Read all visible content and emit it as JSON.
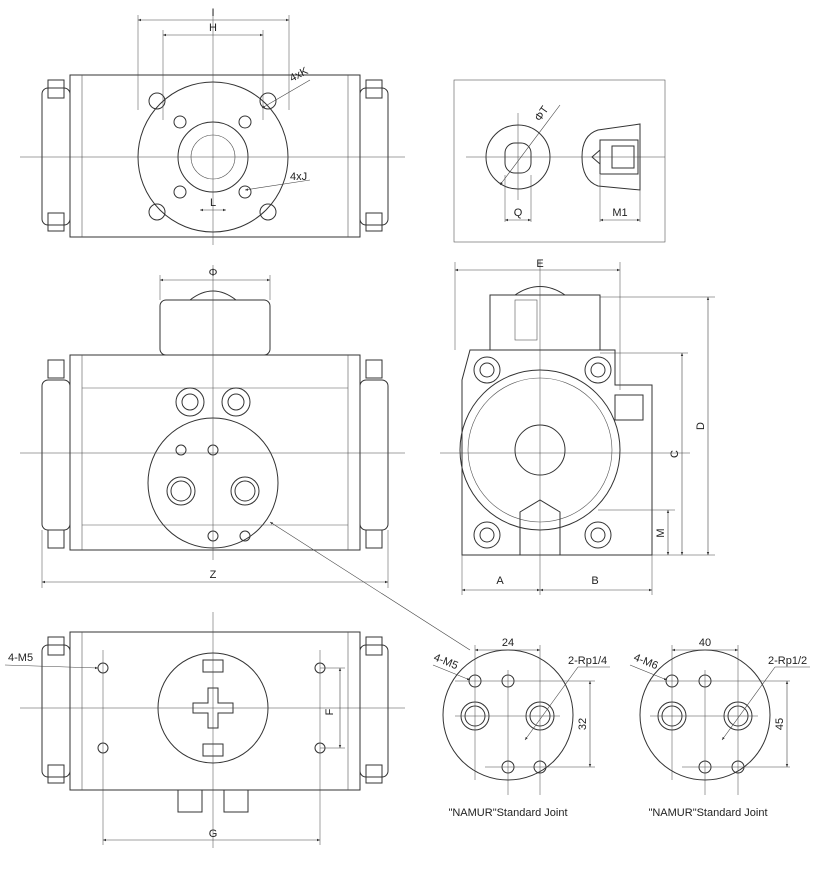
{
  "top_view": {
    "dim_i": "I",
    "dim_h": "H",
    "bolt_k": "4xK",
    "bolt_j": "4xJ",
    "dim_l": "L"
  },
  "detail_view": {
    "dia_t": "ΦT",
    "dim_q": "Q",
    "dim_m1": "M1"
  },
  "front_view": {
    "dia": "Φ",
    "dim_z": "Z"
  },
  "side_view": {
    "dim_e": "E",
    "dim_d": "D",
    "dim_c": "C",
    "dim_m": "M",
    "dim_a": "A",
    "dim_b": "B"
  },
  "bottom_view": {
    "thread": "4-M5",
    "dim_f": "F",
    "dim_g": "G"
  },
  "namur_joints": [
    {
      "spacing": "24",
      "bolts": "4-M5",
      "ports": "2-Rp1/4",
      "height": "32",
      "caption": "\"NAMUR\"Standard Joint"
    },
    {
      "spacing": "40",
      "bolts": "4-M6",
      "ports": "2-Rp1/2",
      "height": "45",
      "caption": "\"NAMUR\"Standard Joint"
    }
  ]
}
